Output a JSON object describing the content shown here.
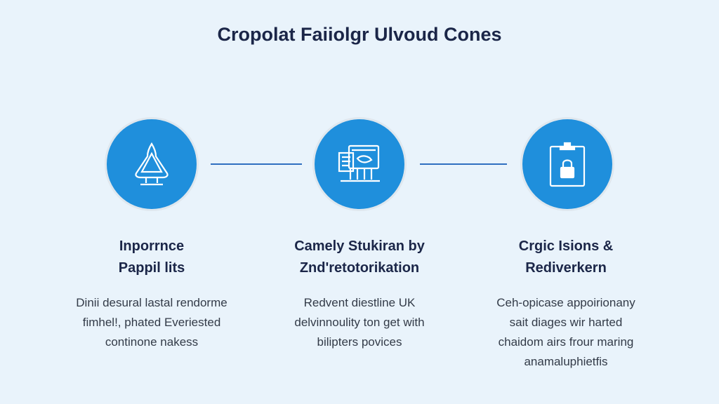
{
  "title": "Cropolat Faiiolgr Ulvoud Cones",
  "colors": {
    "accent": "#1f8fdc",
    "background": "#e9f3fb",
    "heading": "#1b2648"
  },
  "steps": [
    {
      "icon": "rocket-icon",
      "heading": [
        "Inporrnce",
        "Pappil lits"
      ],
      "body": [
        "Dinii desural lastal rendorme",
        "fimhel!, phated Everiested",
        "continone nakess"
      ]
    },
    {
      "icon": "monitor-document-icon",
      "heading": [
        "Camely Stukiran by",
        "Znd'retotorikation"
      ],
      "body": [
        "Redvent diestline UK",
        "delvinnoulity ton get with",
        "bilipters povices"
      ]
    },
    {
      "icon": "clipboard-lock-icon",
      "heading": [
        "Crgic Isions &",
        "Rediverkern"
      ],
      "body": [
        "Ceh-opicase appoirionany",
        "sait diages wir harted",
        "chaidom airs frour maring",
        "anamaluphietfis"
      ]
    }
  ]
}
